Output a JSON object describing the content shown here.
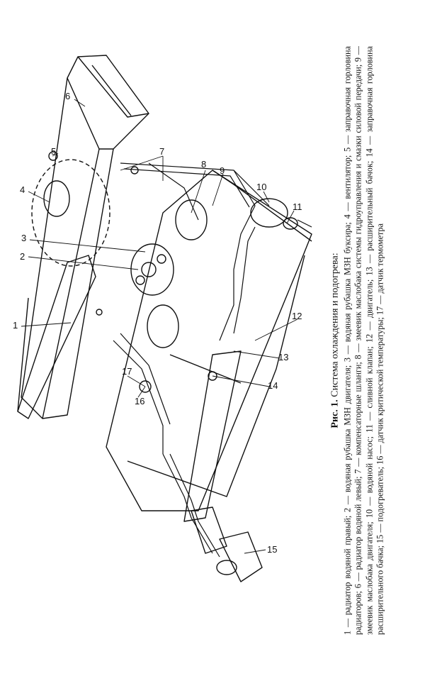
{
  "figure": {
    "callouts": [
      "1",
      "2",
      "3",
      "4",
      "5",
      "6",
      "7",
      "8",
      "9",
      "10",
      "11",
      "12",
      "13",
      "14",
      "15",
      "16",
      "17"
    ]
  },
  "caption": {
    "title_bold": "Рис. 1.",
    "title_rest": " Система охлаждения и подогрева:",
    "body": "1 — радиатор водяной правый; 2 — водяная рубашка МЗН двигателя; 3 — водяная рубашка МЗН буксира; 4 — вентилятор; 5 — заправочная горловина радиаторов; 6 — радиатор водяной левый; 7 — компенсаторные шланги; 8 — змеевик маслобака системы гидроуправления и смазки силовой передачи; 9 — змеевик маслобака двигателя; 10 — водяной насос; 11 — сливной клапан; 12 — двигатель; 13 — расширительный бачок; 14 — заправочная горловина расширительного бачка; 15 — подогреватель; 16 — датчик критической температуры; 17 — датчик термометра"
  }
}
